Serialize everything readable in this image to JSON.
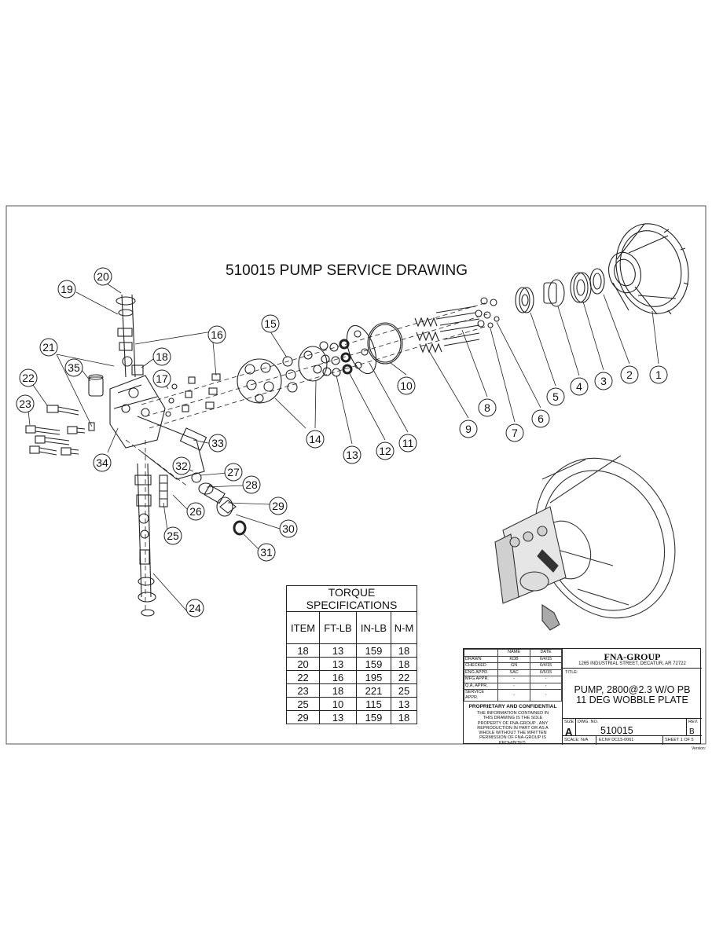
{
  "drawing": {
    "title": "510015 PUMP SERVICE DRAWING",
    "version_label": "Version:"
  },
  "callouts": [
    "1",
    "2",
    "3",
    "4",
    "5",
    "6",
    "7",
    "8",
    "9",
    "10",
    "11",
    "12",
    "13",
    "14",
    "15",
    "16",
    "17",
    "18",
    "19",
    "20",
    "21",
    "22",
    "23",
    "24",
    "25",
    "26",
    "27",
    "28",
    "29",
    "30",
    "31",
    "32",
    "33",
    "34",
    "35"
  ],
  "torque_table": {
    "title": "TORQUE SPECIFICATIONS",
    "headers": [
      "ITEM",
      "FT-LB",
      "IN-LB",
      "N-M"
    ],
    "rows": [
      [
        "18",
        "13",
        "159",
        "18"
      ],
      [
        "20",
        "13",
        "159",
        "18"
      ],
      [
        "22",
        "16",
        "195",
        "22"
      ],
      [
        "23",
        "18",
        "221",
        "25"
      ],
      [
        "25",
        "10",
        "115",
        "13"
      ],
      [
        "29",
        "13",
        "159",
        "18"
      ]
    ]
  },
  "title_block": {
    "sign_header": [
      "",
      "NAME",
      "DATE"
    ],
    "sign_rows": [
      [
        "DRAWN",
        "KDB",
        "6/4/15"
      ],
      [
        "CHECKED",
        "GN",
        "6/4/15"
      ],
      [
        "ENG APPR.",
        "SAC",
        "6/5/15"
      ],
      [
        "MFG APPR.",
        "-",
        "-"
      ],
      [
        "Q.A. APPR.",
        "-",
        "-"
      ],
      [
        "SERVICE APPR.",
        "-",
        "-"
      ]
    ],
    "proprietary_title": "PROPRIETARY AND CONFIDENTIAL",
    "proprietary_text": "THE INFORMATION CONTAINED IN THIS DRAWING IS THE SOLE PROPERTY OF FNA-GROUP . ANY REPRODUCTION IN PART OR AS A WHOLE WITHOUT THE WRITTEN PERMISSION OF FNA-GROUP IS PROHIBITED.",
    "company": "FNA-GROUP",
    "address": "1265 INDUSTRIAL STREET, DECATUR, AR 72722",
    "title_label": "TITLE:",
    "title_line1": "PUMP, 2800@2.3 W/O PB",
    "title_line2": "11 DEG WOBBLE PLATE",
    "size_label": "SIZE",
    "size": "A",
    "dwg_no_label": "DWG. NO.",
    "dwg_no": "510015",
    "rev_label": "REV.",
    "rev": "B",
    "scale": "SCALE: N/A",
    "ecn": "ECN# DC15-0061",
    "sheet": "SHEET 1 OF 5"
  }
}
